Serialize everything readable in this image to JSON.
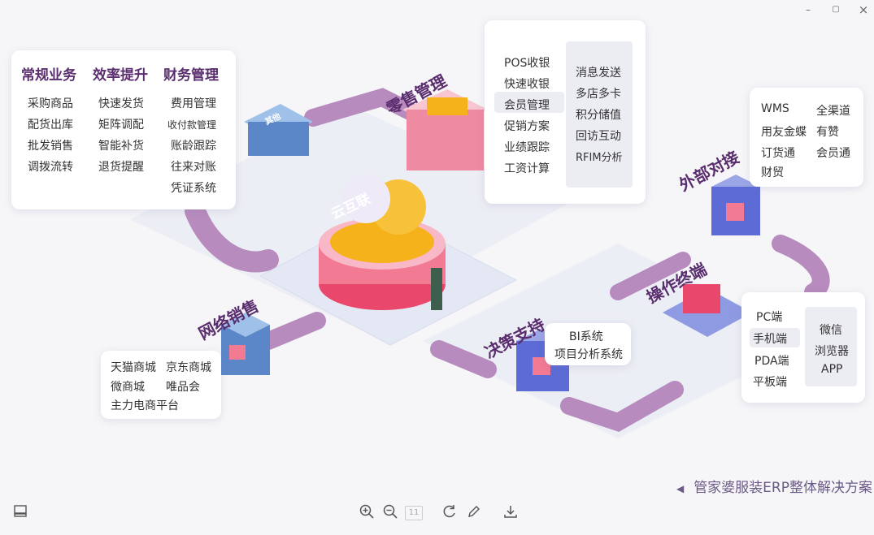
{
  "window": {
    "minimize": "–",
    "maximize": "▢",
    "close": "×"
  },
  "center": {
    "label": "云互联"
  },
  "labels": {
    "retail": "零售管理",
    "external": "外部对接",
    "terminal": "操作终端",
    "decision": "决策支持",
    "online": "网络销售",
    "other_sign": "其他"
  },
  "left_card": {
    "headers": [
      "常规业务",
      "效率提升",
      "财务管理"
    ],
    "col1": [
      "采购商品",
      "配货出库",
      "批发销售",
      "调拨流转"
    ],
    "col2": [
      "快速发货",
      "矩阵调配",
      "智能补货",
      "退货提醒"
    ],
    "col3": [
      "费用管理",
      "收付款管理",
      "账龄跟踪",
      "往来对账",
      "凭证系统"
    ]
  },
  "retail_card": {
    "col1": [
      "POS收银",
      "快速收银",
      "会员管理",
      "促销方案",
      "业绩跟踪",
      "工资计算"
    ],
    "col2": [
      "消息发送",
      "多店多卡",
      "积分储值",
      "回访互动",
      "RFIM分析"
    ]
  },
  "external_card": {
    "col1": [
      "WMS",
      "用友金蝶",
      "订货通",
      "财贸"
    ],
    "col2": [
      "全渠道",
      "有赞",
      "会员通"
    ]
  },
  "terminal_card": {
    "col1": [
      "PC端",
      "手机端",
      "PDA端",
      "平板端"
    ],
    "col2": [
      "微信",
      "浏览器",
      "APP"
    ]
  },
  "decision_card": {
    "items": [
      "BI系统",
      "项目分析系统"
    ]
  },
  "online_card": {
    "row1": [
      "天猫商城",
      "京东商城"
    ],
    "row2": [
      "微商城",
      "唯品会"
    ],
    "row3": [
      "主力电商平台"
    ]
  },
  "footer": {
    "caption": "管家婆服装ERP整体解决方案",
    "arrow": "◀"
  },
  "toolbar": {
    "sidebar_icon": "sidebar-icon",
    "zoom_in_icon": "zoom-in-icon",
    "zoom_out_icon": "zoom-out-icon",
    "page_box": "11",
    "rotate_icon": "rotate-icon",
    "edit_icon": "edit-icon",
    "download_icon": "download-icon"
  },
  "colors": {
    "accent": "#5a2d6e",
    "road": "#b78bbd",
    "platform": "#e6e8f2",
    "coin": "#f5b21a",
    "pink": "#e9476b"
  }
}
